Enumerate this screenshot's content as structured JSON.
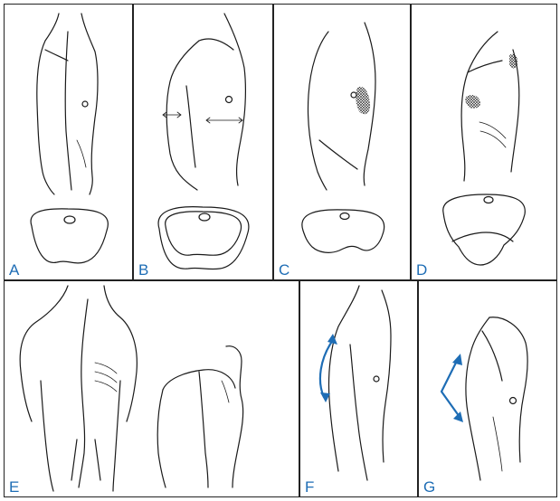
{
  "figure": {
    "panels": [
      {
        "id": "A",
        "label": "A"
      },
      {
        "id": "B",
        "label": "B"
      },
      {
        "id": "C",
        "label": "C"
      },
      {
        "id": "D",
        "label": "D"
      },
      {
        "id": "E",
        "label": "E"
      },
      {
        "id": "F",
        "label": "F"
      },
      {
        "id": "G",
        "label": "G"
      }
    ],
    "colors": {
      "outline": "#1a1a1a",
      "label": "#1e6db5",
      "arrow": "#1e6db5"
    }
  }
}
